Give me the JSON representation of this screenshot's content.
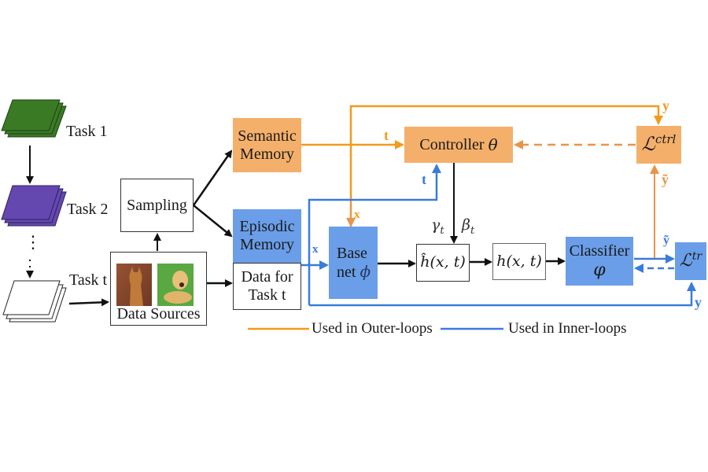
{
  "tasks": [
    {
      "label": "Task 1",
      "color": "#3a7a25"
    },
    {
      "label": "Task 2",
      "color": "#6448b0"
    },
    {
      "label": "Task t",
      "color": "#ffffff"
    }
  ],
  "ellipsis": "⋮",
  "sampling": {
    "label": "Sampling"
  },
  "data_sources": {
    "label": "Data Sources",
    "images": [
      "cat-image",
      "dog-image"
    ]
  },
  "semantic_memory": {
    "line1": "Semantic",
    "line2": "Memory"
  },
  "episodic_memory": {
    "line1": "Episodic",
    "line2": "Memory"
  },
  "data_for_task": {
    "line1": "Data for",
    "line2": "Task t"
  },
  "controller": {
    "label": "Controller",
    "symbol": "θ"
  },
  "base_net": {
    "line1": "Base",
    "line2": "net",
    "symbol": "ϕ"
  },
  "h_hat": {
    "label": "ĥ(x, t)"
  },
  "h": {
    "label": "h(x, t)"
  },
  "film_params": {
    "gamma": "γ",
    "gamma_sub": "t",
    "beta": "β",
    "beta_sub": "t"
  },
  "classifier": {
    "label": "Classifier",
    "symbol": "φ"
  },
  "loss_ctrl": {
    "symbol": "ℒ",
    "sup": "ctrl"
  },
  "loss_tr": {
    "symbol": "ℒ",
    "sup": "tr"
  },
  "edge_labels": {
    "t_orange": "t",
    "t_blue": "t",
    "x_orange": "x",
    "x_blue": "x",
    "y_orange": "y",
    "y_tilde_orange": "ỹ",
    "y_tilde_blue": "ỹ",
    "y_blue": "y"
  },
  "legend": [
    {
      "label": "Used in Outer-loops",
      "color": "#f39a1e"
    },
    {
      "label": "Used in Inner-loops",
      "color": "#3a7bdc"
    }
  ],
  "colors": {
    "outer": "#f39a1e",
    "inner": "#3a7bdc",
    "orange_box": "#f4b06a",
    "blue_box": "#6a9ee8"
  }
}
